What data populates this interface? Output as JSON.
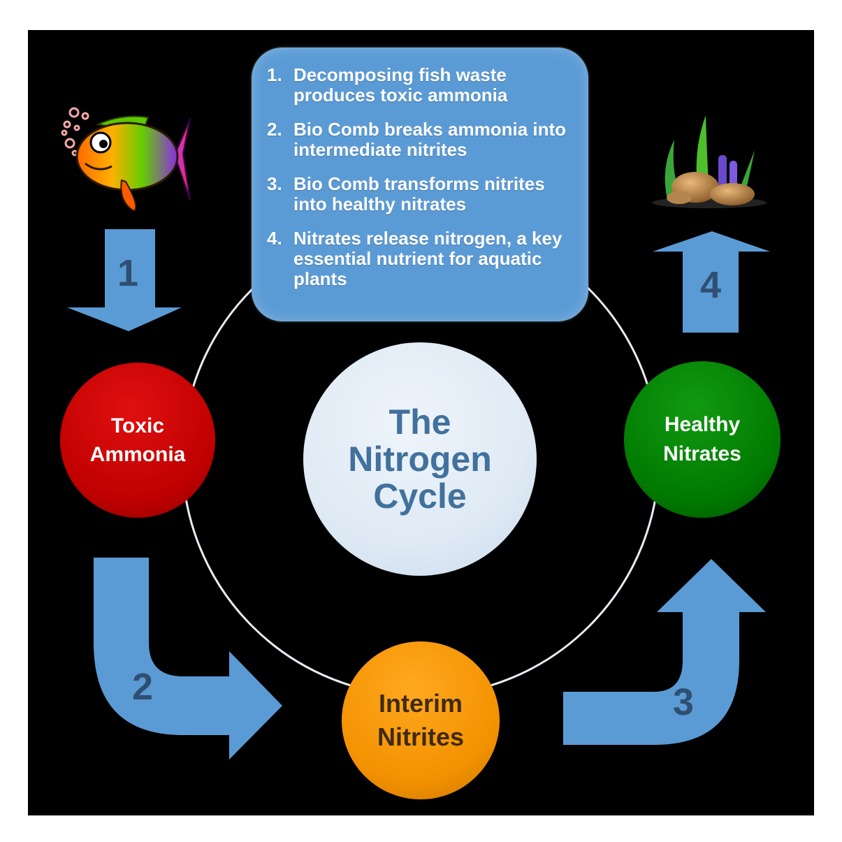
{
  "steps": [
    {
      "num": "1.",
      "text": "Decomposing fish waste produces toxic ammonia"
    },
    {
      "num": "2.",
      "text": "Bio Comb breaks ammonia into intermediate nitrites"
    },
    {
      "num": "3.",
      "text": "Bio Comb transforms nitrites into healthy nitrates"
    },
    {
      "num": "4.",
      "text": "Nitrates release nitrogen, a key essential nutrient for aquatic plants"
    }
  ],
  "center": {
    "line1": "The",
    "line2": "Nitrogen",
    "line3": "Cycle"
  },
  "nodes": {
    "ammonia": {
      "line1": "Toxic",
      "line2": "Ammonia"
    },
    "nitrites": {
      "line1": "Interim",
      "line2": "Nitrites"
    },
    "nitrates": {
      "line1": "Healthy",
      "line2": "Nitrates"
    }
  },
  "arrows": {
    "a1": "1",
    "a2": "2",
    "a3": "3",
    "a4": "4"
  },
  "colors": {
    "background": "#000000",
    "arrow_blue": "#5b9bd5",
    "ammonia_red": "#c00000",
    "nitrite_orange": "#f39200",
    "nitrate_green": "#007a00",
    "center_fill": "#dfeaf5",
    "center_text": "#41719c"
  },
  "icons": [
    "fish-icon",
    "aquatic-plants-icon"
  ]
}
